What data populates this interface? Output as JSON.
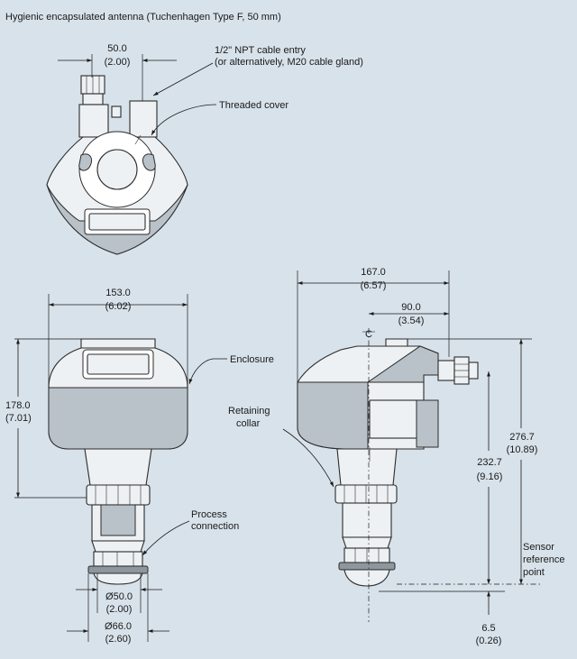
{
  "title": "Hygienic encapsulated antenna (Tuchenhagen Type F, 50 mm)",
  "callouts": {
    "cable_entry_line1": "1/2\" NPT cable entry",
    "cable_entry_line2": "(or alternatively, M20 cable gland)",
    "threaded_cover": "Threaded cover",
    "enclosure": "Enclosure",
    "retaining_collar_line1": "Retaining",
    "retaining_collar_line2": "collar",
    "process_connection_line1": "Process",
    "process_connection_line2": "connection",
    "sensor_ref_line1": "Sensor",
    "sensor_ref_line2": "reference",
    "sensor_ref_line3": "point",
    "centerline_symbol": "C"
  },
  "dimensions": {
    "top_width": {
      "mm": "50.0",
      "in": "(2.00)"
    },
    "front_width": {
      "mm": "153.0",
      "in": "(6.02)"
    },
    "front_height": {
      "mm": "178.0",
      "in": "(7.01)"
    },
    "process_dia_inner": {
      "mm": "Ø50.0",
      "in": "(2.00)"
    },
    "process_dia_outer": {
      "mm": "Ø66.0",
      "in": "(2.60)"
    },
    "side_width": {
      "mm": "167.0",
      "in": "(6.57)"
    },
    "side_offset": {
      "mm": "90.0",
      "in": "(3.54)"
    },
    "total_height": {
      "mm": "276.7",
      "in": "(10.89)"
    },
    "ref_height": {
      "mm": "232.7",
      "in": "(9.16)"
    },
    "antenna_offset": {
      "mm": "6.5",
      "in": "(0.26)"
    }
  }
}
